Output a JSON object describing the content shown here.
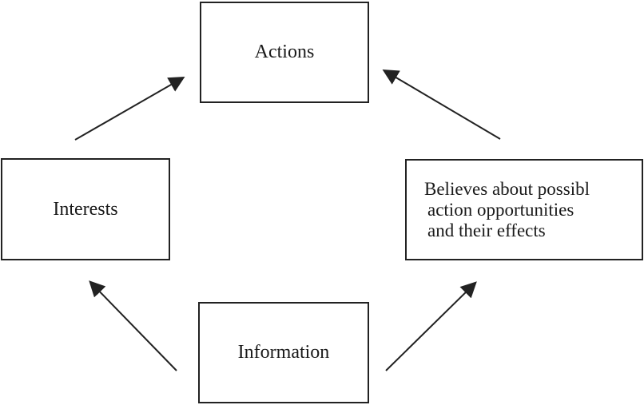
{
  "diagram": {
    "nodes": {
      "actions": {
        "label": "Actions"
      },
      "interests": {
        "label": "Interests"
      },
      "beliefs": {
        "lines": [
          "Believes about possibl",
          "action opportunities",
          "and their effects"
        ]
      },
      "information": {
        "label": "Information"
      }
    },
    "edges": [
      {
        "from": "information",
        "to": "interests"
      },
      {
        "from": "information",
        "to": "beliefs"
      },
      {
        "from": "interests",
        "to": "actions"
      },
      {
        "from": "beliefs",
        "to": "actions"
      }
    ],
    "colors": {
      "stroke": "#222222",
      "text": "#1a1a1a"
    }
  }
}
